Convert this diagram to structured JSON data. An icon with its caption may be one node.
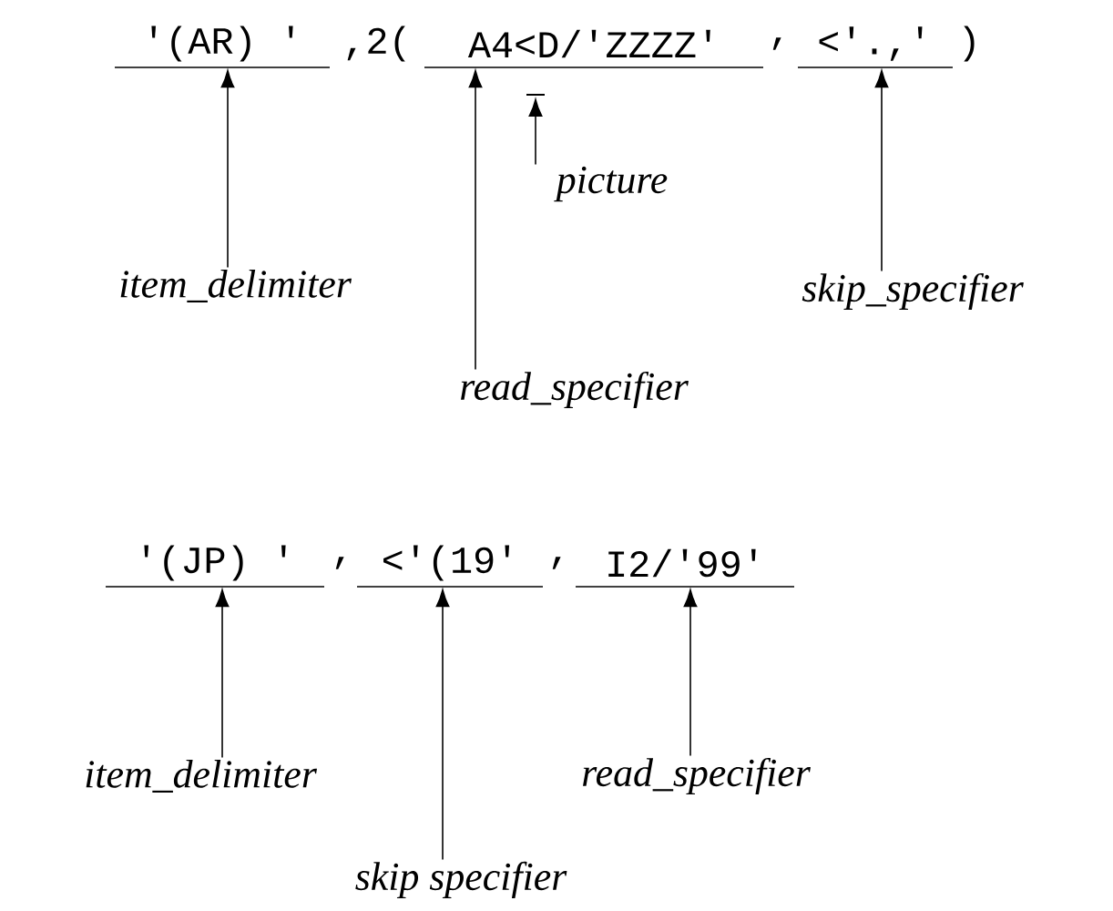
{
  "diagram": {
    "nodes": [
      {
        "text": [
          "'(AR) '"
        ]
      },
      {
        "text": [
          "A4<D/'ZZZZ'"
        ]
      },
      {
        "text": [
          "<'.,'"
        ]
      },
      {
        "text": [
          "picture"
        ]
      },
      {
        "text": [
          "item_delimiter"
        ]
      },
      {
        "text": [
          "skip_specifier"
        ]
      },
      {
        "text": [
          "read_specifier"
        ]
      },
      {
        "text": [
          "'(JP) '"
        ]
      },
      {
        "text": [
          "<'(19'"
        ]
      },
      {
        "text": [
          "I2/'99'"
        ]
      },
      {
        "text": [
          "item_delimiter"
        ]
      },
      {
        "text": [
          "read_specifier"
        ]
      },
      {
        "text": [
          "skip specifier"
        ]
      }
    ],
    "edges": [
      {
        "from": 4,
        "to": 0,
        "arrow": "to"
      },
      {
        "from": 6,
        "to": 1,
        "arrow": "to"
      },
      {
        "from": 3,
        "to": null,
        "arrow": "to"
      },
      {
        "from": 5,
        "to": 2,
        "arrow": "to"
      },
      {
        "from": 10,
        "to": 7,
        "arrow": "to"
      },
      {
        "from": 12,
        "to": 8,
        "arrow": "to"
      },
      {
        "from": 11,
        "to": 9,
        "arrow": "to"
      }
    ],
    "labels": [
      ",2(",
      ",",
      ")",
      ",",
      ","
    ]
  }
}
